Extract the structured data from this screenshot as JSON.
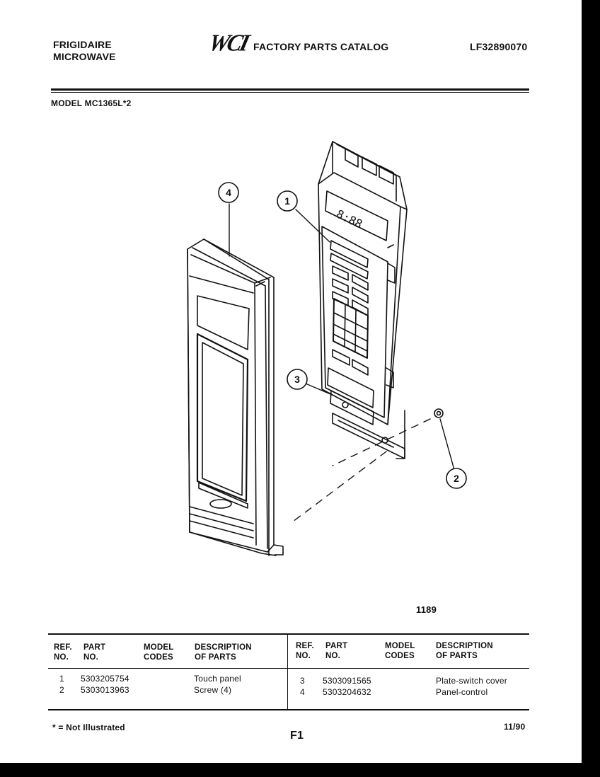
{
  "header": {
    "brand_line1": "FRIGIDAIRE",
    "brand_line2": "MICROWAVE",
    "logo_text": "WCI",
    "catalog_title": "FACTORY PARTS CATALOG",
    "catalog_number": "LF32890070",
    "model_label": "MODEL",
    "model_number": "MC1365L*2"
  },
  "diagram": {
    "callouts": [
      "1",
      "2",
      "3",
      "4"
    ],
    "drawing_number": "1189"
  },
  "parts_table": {
    "headers": {
      "ref": [
        "REF.",
        "NO."
      ],
      "part": [
        "PART",
        "NO."
      ],
      "model": [
        "MODEL",
        "CODES"
      ],
      "desc": [
        "DESCRIPTION",
        "OF PARTS"
      ]
    },
    "left_rows": [
      {
        "ref": "1",
        "part": "5303205754",
        "model": "",
        "desc": "Touch panel"
      },
      {
        "ref": "2",
        "part": "5303013963",
        "model": "",
        "desc": "Screw (4)"
      }
    ],
    "right_rows": [
      {
        "ref": "3",
        "part": "5303091565",
        "model": "",
        "desc": "Plate-switch cover"
      },
      {
        "ref": "4",
        "part": "5303204632",
        "model": "",
        "desc": "Panel-control"
      }
    ]
  },
  "footer": {
    "note": "* = Not Illustrated",
    "page": "F1",
    "date": "11/90"
  }
}
